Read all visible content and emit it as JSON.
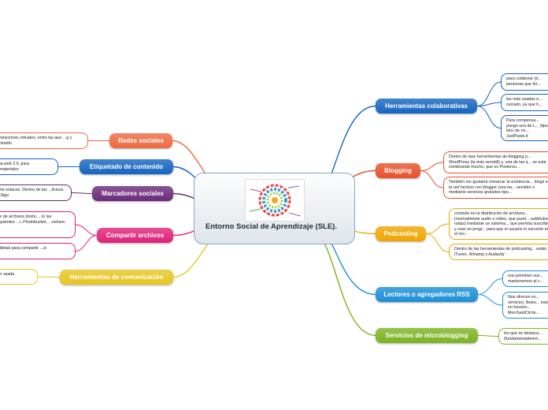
{
  "center": {
    "title": "Entorno Social de Aprendizaje (SLE).",
    "image_icon": "mind-map-thumbnail"
  },
  "right": [
    {
      "label": "Herramientas colaborativas",
      "color": "#1565c0",
      "leaves": [
        "para colaborar (d... personas que for...",
        "las más usadas e... cerrado, ya que h...",
        "Para compensa... pongo una de L... (tipo bloc de no... JustPaste.it"
      ]
    },
    {
      "label": "Blogging",
      "color": "#e8512a",
      "leaves": [
        "Dentro de lass herramientas de blogging p... WordPress (la más versátil) y, una de las q... se está nombrando mucho, que es Posterou...",
        "También me gustaría remarcar la existencia... blogs en la red hechos con blogger (sea ba... servidor o mediante servicios gratuitos tipo..."
      ]
    },
    {
      "label": "Podcasting",
      "color": "#f0a500",
      "leaves": [
        "consiste en la distribución de archivos... (normalmente audio o vídeo, que pued... subtítulos y notas) mediante un sistema... que permita suscribirse y usar un progr... para que el usuario lo escuche en el mo...",
        "Dentro de las herramientas de podcasting... están iTunes, Winamp y Audacity"
      ]
    },
    {
      "label": "Lectores o agregadores RSS",
      "color": "#1a8fd6",
      "leaves": [
        "nos permiten sus... mantenernos al c...",
        "Nos ofrecen es... servicio), News... estar en funcion... MerchantCircle..."
      ]
    },
    {
      "label": "Servicios de microblogging",
      "color": "#7cb320",
      "leaves": [
        "los que se destaca... (fundamentalment..."
      ]
    }
  ],
  "left": [
    {
      "label": "Redes sociales",
      "color": "#ee6a40",
      "leaves": [
        "...relaciones virtuales, entre las que ...g y Linkedin"
      ]
    },
    {
      "label": "Etiquetado de contenido",
      "color": "#1565c0",
      "leaves": [
        "...la web 2.0, para ...materiales"
      ]
    },
    {
      "label": "Marcadores sociales",
      "color": "#6b2a7a",
      "leaves": [
        "...rtir enlaces. Dentro de las ...licious y Diigo"
      ]
    },
    {
      "label": "Compartir archivos",
      "color": "#e0227a",
      "leaves": [
        "...e de archivos (texto, ...lo las siguientes ...r, Photobucket, ...eshare.",
        "...tilidad para compartir ...s)"
      ]
    },
    {
      "label": "Herramientas de comunicación",
      "color": "#e6c620",
      "leaves": [
        "...n usada"
      ]
    }
  ]
}
